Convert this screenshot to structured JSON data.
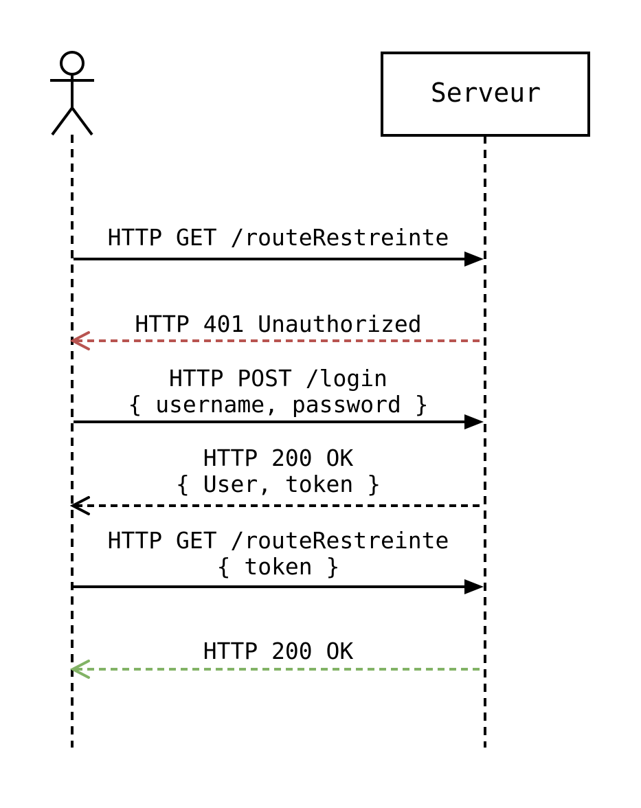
{
  "page": {
    "background": "#ffffff"
  },
  "colors": {
    "default": "#000000",
    "error_red": "#b85450",
    "success_green": "#82b366"
  },
  "diagram": {
    "type": "sequence-diagram",
    "participants": [
      {
        "id": "client",
        "kind": "actor-stick-figure",
        "label": ""
      },
      {
        "id": "server",
        "kind": "box",
        "label": "Serveur"
      }
    ],
    "messages": [
      {
        "from": "client",
        "to": "server",
        "line_style": "solid",
        "color": "#000000",
        "lines": [
          "HTTP GET /routeRestreinte"
        ]
      },
      {
        "from": "server",
        "to": "client",
        "line_style": "dashed",
        "color": "#b85450",
        "lines": [
          "HTTP 401 Unauthorized"
        ]
      },
      {
        "from": "client",
        "to": "server",
        "line_style": "solid",
        "color": "#000000",
        "lines": [
          "HTTP POST /login",
          "{ username, password }"
        ]
      },
      {
        "from": "server",
        "to": "client",
        "line_style": "dashed",
        "color": "#000000",
        "lines": [
          "HTTP 200 OK",
          "{ User, token }"
        ]
      },
      {
        "from": "client",
        "to": "server",
        "line_style": "solid",
        "color": "#000000",
        "lines": [
          "HTTP GET /routeRestreinte",
          "{ token }"
        ]
      },
      {
        "from": "server",
        "to": "client",
        "line_style": "dashed",
        "color": "#82b366",
        "lines": [
          "HTTP 200 OK"
        ]
      }
    ]
  }
}
